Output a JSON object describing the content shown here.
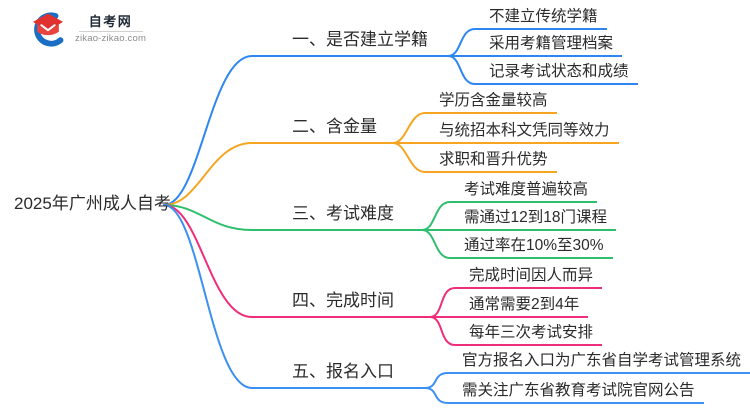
{
  "logo": {
    "site_name": "自考网",
    "site_url": "zikao-zikao.com",
    "icon": "graduation-cap-icon",
    "icon_colors": {
      "crescent_blue": "#1a6fc4",
      "cap_red": "#e0312e",
      "cap_front_red": "#e8433f"
    }
  },
  "root": {
    "title": "2025年广州成人自考"
  },
  "branches": [
    {
      "label": "一、是否建立学籍",
      "color": "#2e87f0",
      "children": [
        "不建立传统学籍",
        "采用考籍管理档案",
        "记录考试状态和成绩"
      ]
    },
    {
      "label": "二、含金量",
      "color": "#f7a521",
      "children": [
        "学历含金量较高",
        "与统招本科文凭同等效力",
        "求职和晋升优势"
      ]
    },
    {
      "label": "三、考试难度",
      "color": "#2fbe6e",
      "children": [
        "考试难度普遍较高",
        "需通过12到18门课程",
        "通过率在10%至30%"
      ]
    },
    {
      "label": "四、完成时间",
      "color": "#ee2e7b",
      "children": [
        "完成时间因人而异",
        "通常需要2到4年",
        "每年三次考试安排"
      ]
    },
    {
      "label": "五、报名入口",
      "color": "#3b90f2",
      "children": [
        "官方报名入口为广东省自学考试管理系统",
        "需关注广东省教育考试院官网公告"
      ]
    }
  ]
}
